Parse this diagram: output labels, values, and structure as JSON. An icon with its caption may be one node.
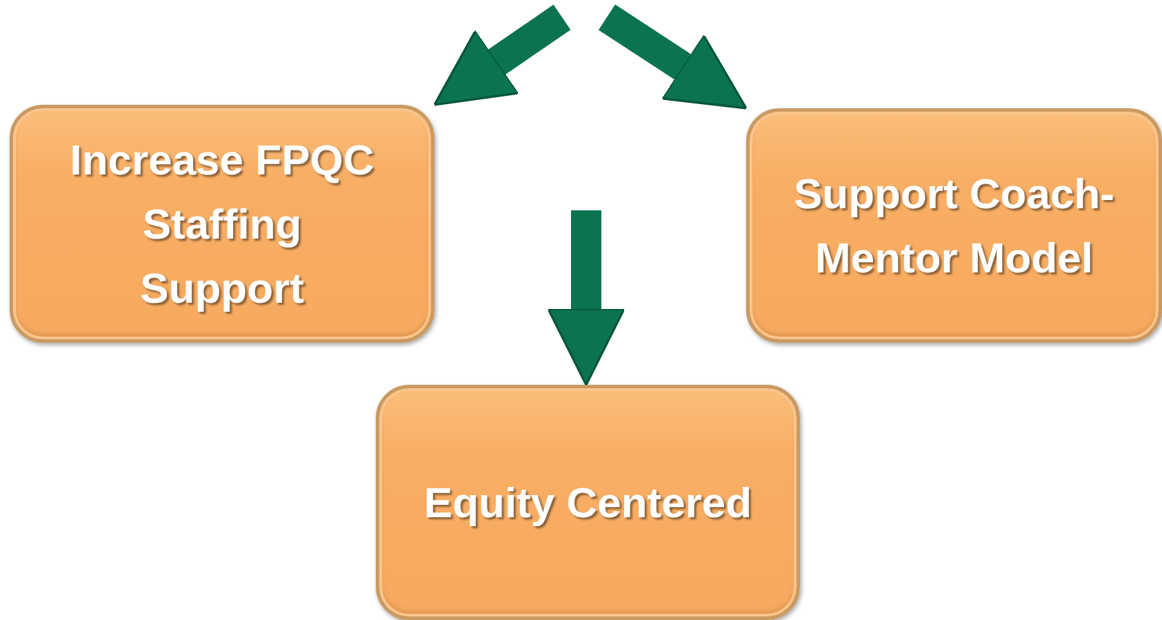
{
  "diagram": {
    "nodes": [
      {
        "text": [
          "Increase FPQC Staffing Support"
        ]
      },
      {
        "text": [
          "Support Coach-Mentor Model"
        ]
      },
      {
        "text": [
          "Equity Centered"
        ]
      }
    ],
    "edges": [
      {
        "from": null,
        "to": 0,
        "arrow": "to"
      },
      {
        "from": null,
        "to": 1,
        "arrow": "to"
      },
      {
        "from": null,
        "to": 2,
        "arrow": "to"
      }
    ]
  }
}
